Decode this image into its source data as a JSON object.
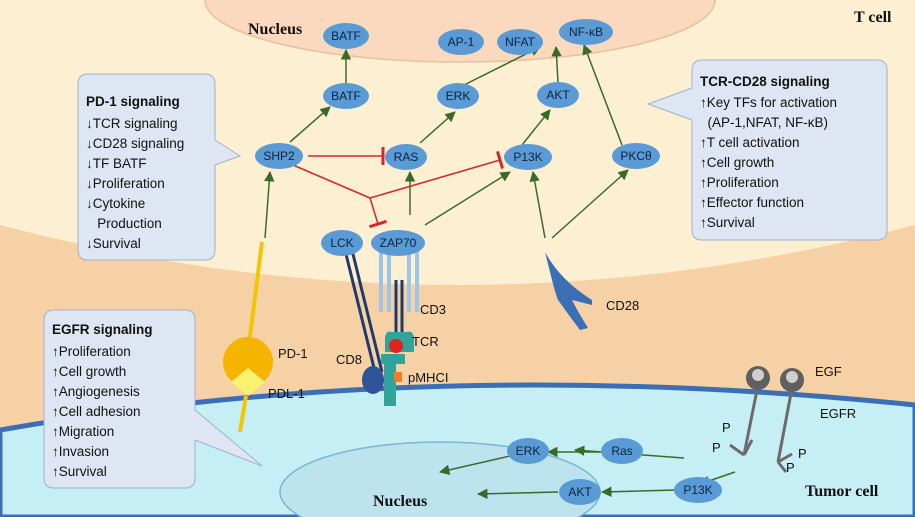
{
  "regions": {
    "t_cell": "T cell",
    "tumor_cell": "Tumor cell",
    "nucleus_top": "Nucleus",
    "nucleus_bottom": "Nucleus"
  },
  "nodes": {
    "batf_nucleus": "BATF",
    "ap1": "AP-1",
    "nfat": "NFAT",
    "nfkb": "NF-κB",
    "batf": "BATF",
    "erk_t": "ERK",
    "akt_t": "AKT",
    "shp2": "SHP2",
    "ras_t": "RAS",
    "p13k_t": "P13K",
    "pkc": "PKCθ",
    "lck": "LCK",
    "zap70": "ZAP70",
    "erk_tumor": "ERK",
    "ras_tumor": "Ras",
    "akt_tumor": "AKT",
    "p13k_tumor": "P13K"
  },
  "labels": {
    "cd3": "CD3",
    "tcr": "TCR",
    "cd8": "CD8",
    "pmhci": "pMHCI",
    "pd1": "PD-1",
    "pdl1": "PDL-1",
    "cd28": "CD28",
    "egf": "EGF",
    "egfr": "EGFR",
    "p": "P"
  },
  "boxes": {
    "pd1": {
      "title": "PD-1 signaling",
      "lines": [
        "↓TCR signaling",
        "↓CD28 signaling",
        "↓TF BATF",
        "↓Proliferation",
        "↓Cytokine",
        "   Production",
        "↓Survival"
      ]
    },
    "tcr": {
      "title": "TCR-CD28 signaling",
      "lines": [
        "↑Key TFs for activation",
        "  (AP-1,NFAT, NF-κB)",
        "↑T cell activation",
        "↑Cell growth",
        "↑Proliferation",
        "↑Effector function",
        "↑Survival"
      ]
    },
    "egfr": {
      "title": "EGFR signaling",
      "lines": [
        "↑Proliferation",
        "↑Cell growth",
        "↑Angiogenesis",
        "↑Cell adhesion",
        "↑Migration",
        "↑Invasion",
        "↑Survival"
      ]
    }
  },
  "colors": {
    "t_cell_fill": "#fdefd2",
    "membrane": "#f6cfa4",
    "nucleus": "#fbd9bf",
    "tumor_fill": "#c6eef5",
    "tumor_membrane": "#3a6fb5",
    "node_fill": "#5b9bd5",
    "activation": "#3a6a2a",
    "inhibition": "#d62728",
    "callout_fill": "#dde6f2"
  }
}
